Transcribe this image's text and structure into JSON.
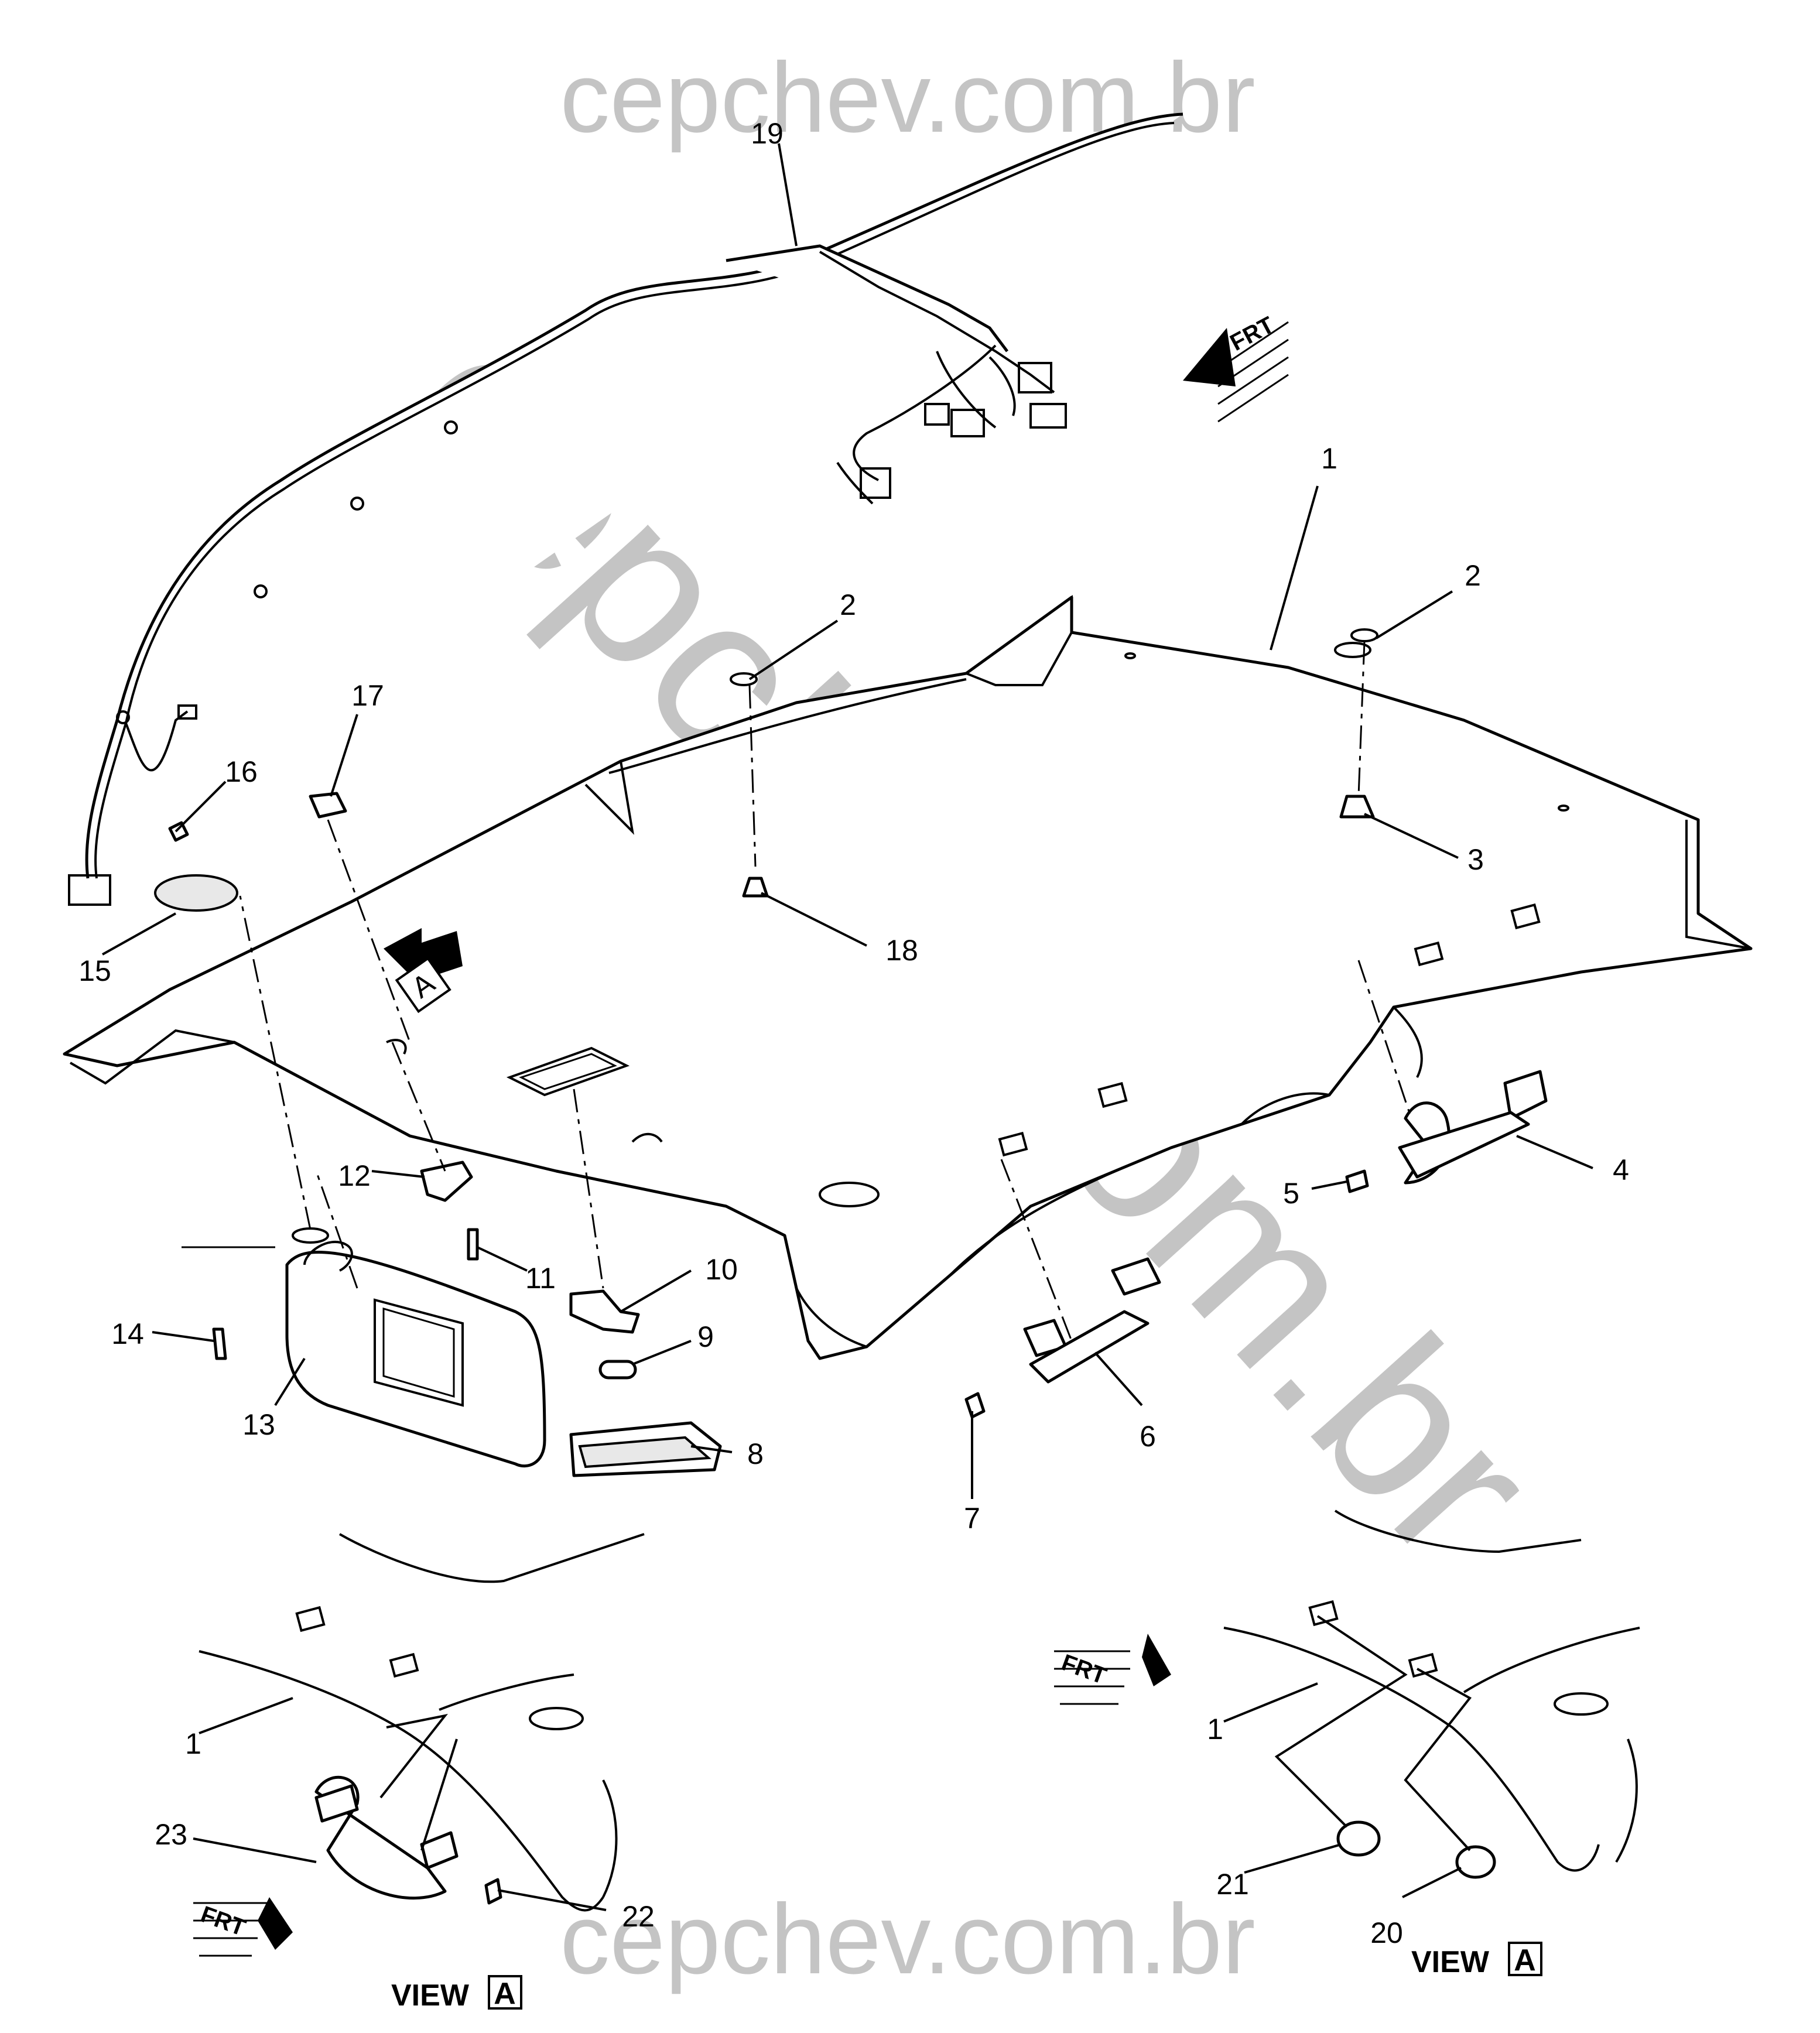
{
  "watermark": {
    "top": "cepchev.com.br",
    "diagonal": "cepchev.com.br",
    "bottom": "cepchev.com.br"
  },
  "callouts": {
    "c1_main": "1",
    "c2_left": "2",
    "c2_right": "2",
    "c3": "3",
    "c4": "4",
    "c5": "5",
    "c6": "6",
    "c7": "7",
    "c8": "8",
    "c9": "9",
    "c10": "10",
    "c11": "11",
    "c12": "12",
    "c13": "13",
    "c14": "14",
    "c15": "15",
    "c16": "16",
    "c17": "17",
    "c18": "18",
    "c19": "19",
    "c1_view_left": "1",
    "c23": "23",
    "c22": "22",
    "c1_view_right": "1",
    "c21": "21",
    "c20": "20"
  },
  "view_reference": {
    "letter": "A"
  },
  "front_indicator": {
    "label": "FRT"
  },
  "views": {
    "left": {
      "label": "VIEW",
      "letter": "A"
    },
    "right": {
      "label": "VIEW",
      "letter": "A"
    }
  }
}
